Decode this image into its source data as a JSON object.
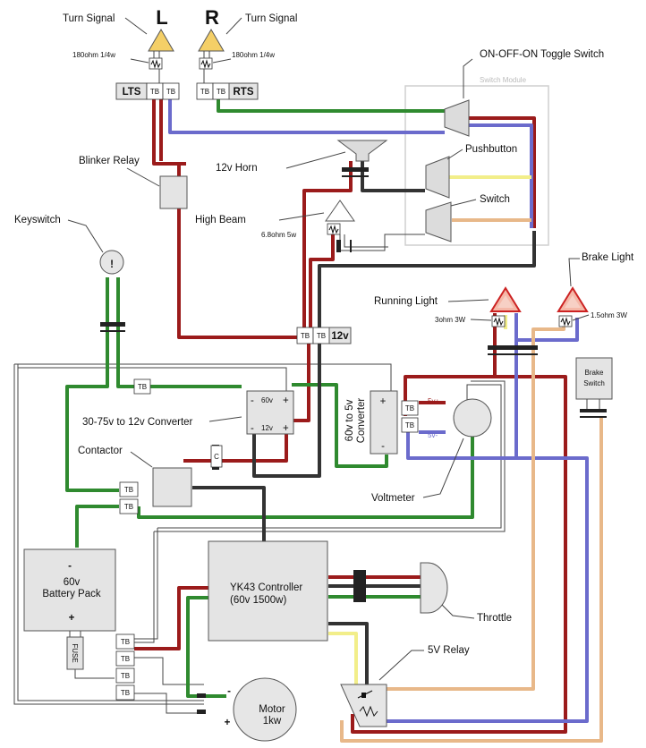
{
  "labels": {
    "turn_signal_left": "Turn Signal",
    "turn_signal_right": "Turn Signal",
    "L": "L",
    "R": "R",
    "res_left": "180ohm 1/4w",
    "res_right": "180ohm 1/4w",
    "lts": "LTS",
    "rts": "RTS",
    "tb": "TB",
    "toggle": "ON-OFF-ON Toggle Switch",
    "switch_module": "Switch Module",
    "pushbutton": "Pushbutton",
    "switch": "Switch",
    "blinker_relay": "Blinker Relay",
    "horn": "12v Horn",
    "high_beam": "High Beam",
    "high_beam_res": "6.8ohm 5w",
    "keyswitch": "Keyswitch",
    "brake_light": "Brake Light",
    "running_light": "Running Light",
    "running_res": "3ohm 3W",
    "brake_res": "1.5ohm 3W",
    "tb_12v": "12v",
    "brake_switch_1": "Brake",
    "brake_switch_2": "Switch",
    "conv_60v": "60v",
    "conv_12v": "12v",
    "converter": "30-75v to 12v Converter",
    "conv5_1": "60v to 5v",
    "conv5_2": "Converter",
    "plus": "+",
    "minus": "-",
    "v5p": "5v+",
    "v5m": "5v-",
    "contactor": "Contactor",
    "c": "C",
    "voltmeter": "Voltmeter",
    "battery_1": "60v",
    "battery_2": "Battery Pack",
    "controller_1": "YK43 Controller",
    "controller_2": "(60v 1500w)",
    "throttle": "Throttle",
    "relay5v": "5V  Relay",
    "fuse": "FUSE",
    "motor_1": "Motor",
    "motor_2": "1kw",
    "keyswitch_symbol": "!"
  },
  "colors": {
    "red": "#9b1b1b",
    "green": "#2f8a2f",
    "blue": "#6b6bcc",
    "black": "#333333",
    "yellow": "#f2ee8a",
    "tan": "#e8b889",
    "gray_wire": "#999999"
  }
}
